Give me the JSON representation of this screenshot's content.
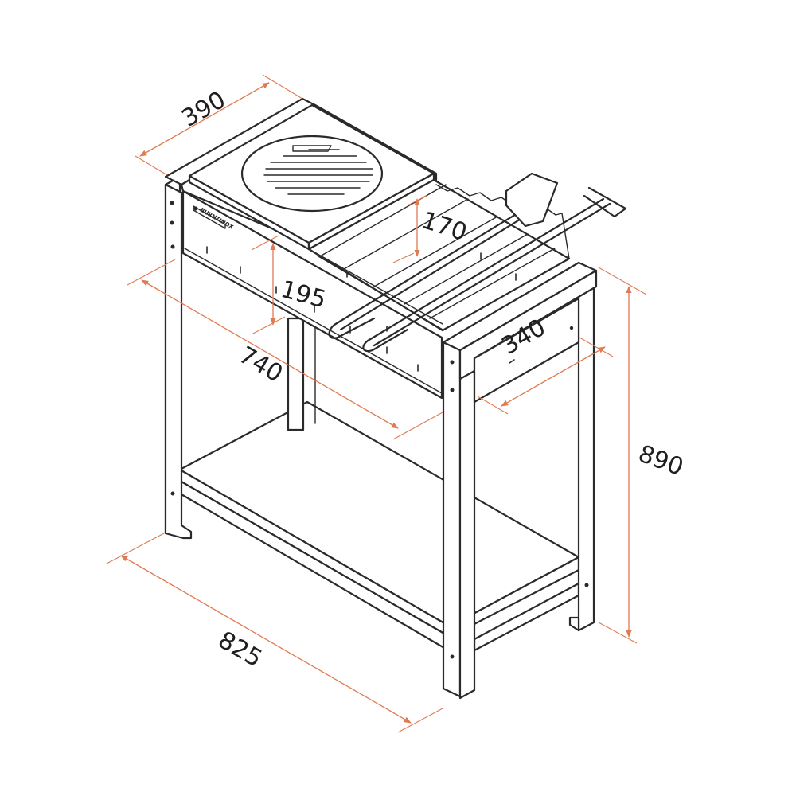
{
  "diagram": {
    "brand_logo": "BURNTINOX",
    "dimensions": {
      "grill_depth": "390",
      "grate_height": "170",
      "firebox_height": "195",
      "top_length": "740",
      "side_depth": "340",
      "total_height": "890",
      "base_length": "825"
    },
    "colors": {
      "outline": "#2a2a2a",
      "dimension_lines": "#e07a52",
      "label_text": "#1e1e1e"
    },
    "icons": [
      "brand-logo-icon"
    ]
  }
}
